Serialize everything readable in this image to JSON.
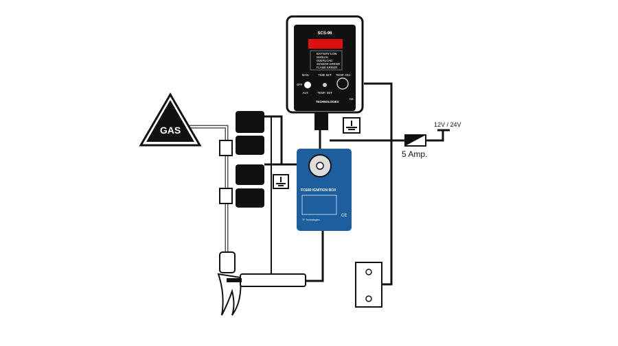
{
  "gas_sign": {
    "label": "GAS"
  },
  "controller": {
    "model": "SCS-96",
    "indicators": [
      "BATTERY LOW",
      "MANUAL",
      "OVERLOAD",
      "SENSOR ERROR",
      "FLAME ERROR"
    ],
    "man_label": "MAN.",
    "off_label": "OFF",
    "aut_label": "AUT.",
    "time_set_label": "TIME SET",
    "temp_set_label": "TEMP. SET",
    "temp_adj_label": "TEMP. ADJ.",
    "brand": "TECHNOLOGIES",
    "ce_mark": "CE",
    "display_color": "#e01010"
  },
  "ignition_box": {
    "title": "FCE60 IGNITION BOX",
    "brand": "TF Technologies",
    "ce_mark": "CE",
    "body_color": "#1d5f9e"
  },
  "power": {
    "voltage_label": "12V / 24V",
    "fuse_label": "5 Amp."
  }
}
